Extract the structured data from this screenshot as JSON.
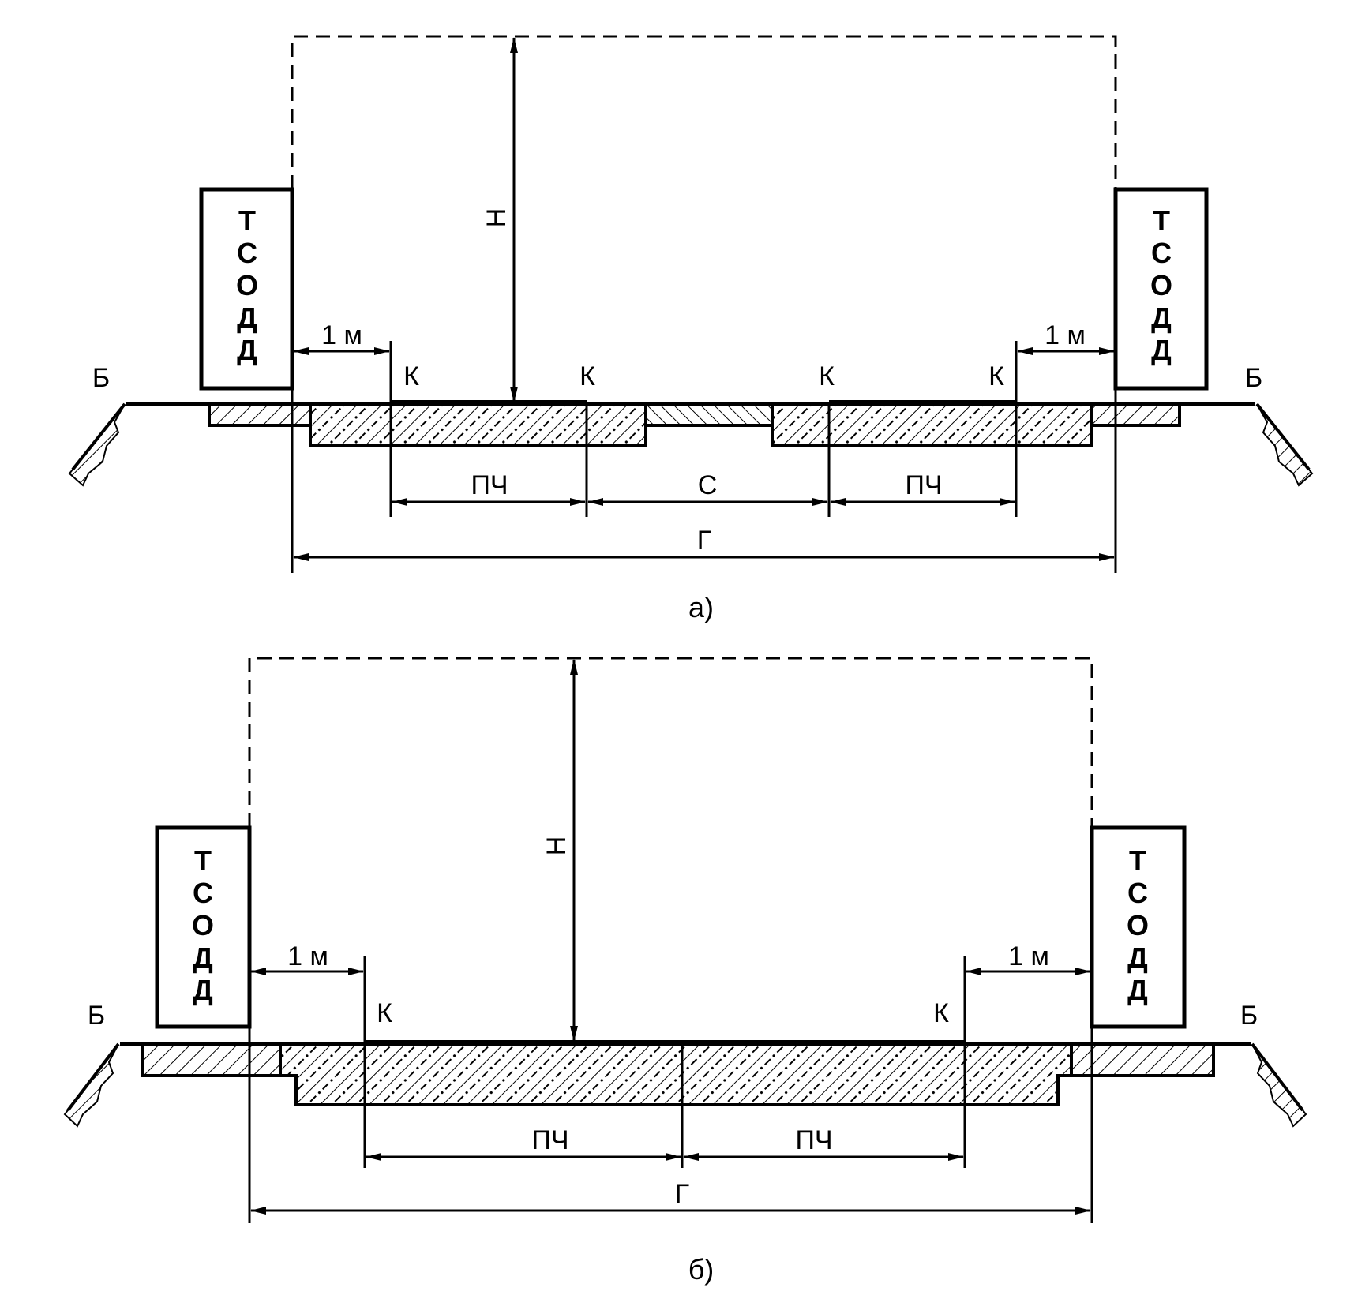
{
  "diagram_a": {
    "caption": "а)",
    "sign_left": [
      "Т",
      "С",
      "О",
      "Д",
      "Д"
    ],
    "sign_right": [
      "Т",
      "С",
      "О",
      "Д",
      "Д"
    ],
    "height_label": "Н",
    "edge_left": "Б",
    "edge_right": "Б",
    "curb_labels": [
      "К",
      "К",
      "К",
      "К"
    ],
    "offset_left": "1 м",
    "offset_right": "1 м",
    "carriageway_left": "ПЧ",
    "median": "С",
    "carriageway_right": "ПЧ",
    "clearance_width": "Г"
  },
  "diagram_b": {
    "caption": "б)",
    "sign_left": [
      "Т",
      "С",
      "О",
      "Д",
      "Д"
    ],
    "sign_right": [
      "Т",
      "С",
      "О",
      "Д",
      "Д"
    ],
    "height_label": "Н",
    "edge_left": "Б",
    "edge_right": "Б",
    "curb_labels": [
      "К",
      "К"
    ],
    "offset_left": "1 м",
    "offset_right": "1 м",
    "carriageway_left": "ПЧ",
    "carriageway_right": "ПЧ",
    "clearance_width": "Г"
  },
  "colors": {
    "ink": "#000000",
    "background": "#ffffff"
  }
}
